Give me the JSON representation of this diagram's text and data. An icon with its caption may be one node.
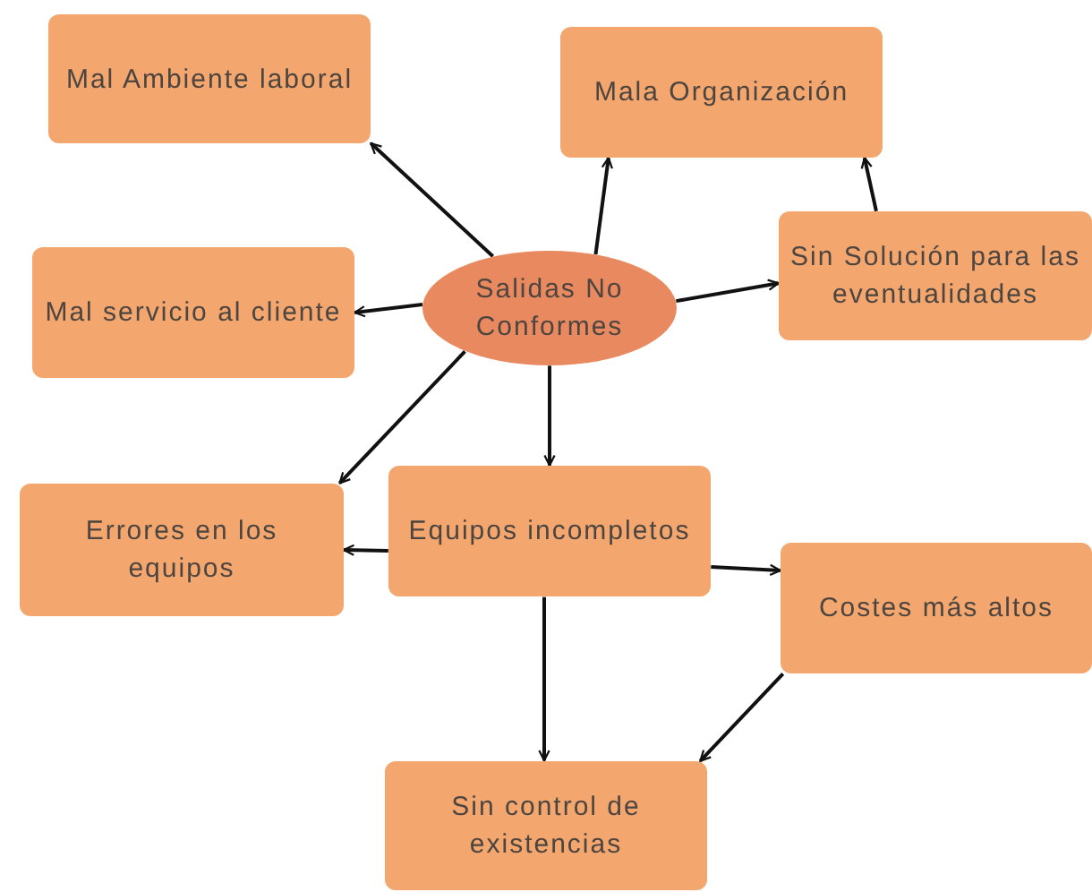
{
  "diagram": {
    "nodes": [
      {
        "text": [
          "Salidas No Conformes"
        ]
      },
      {
        "text": [
          "Mal Ambiente laboral"
        ]
      },
      {
        "text": [
          "Mala Organización"
        ]
      },
      {
        "text": [
          "Mal servicio al cliente"
        ]
      },
      {
        "text": [
          "Sin Solución para las eventualidades"
        ]
      },
      {
        "text": [
          "Errores en los equipos"
        ]
      },
      {
        "text": [
          "Equipos incompletos"
        ]
      },
      {
        "text": [
          "Costes más altos"
        ]
      },
      {
        "text": [
          "Sin control de existencias"
        ]
      }
    ],
    "edges": [
      {
        "from": 0,
        "to": 1,
        "arrow": "to"
      },
      {
        "from": 0,
        "to": 2,
        "arrow": "to"
      },
      {
        "from": 0,
        "to": 3,
        "arrow": "to"
      },
      {
        "from": 0,
        "to": 4,
        "arrow": "to"
      },
      {
        "from": 4,
        "to": 2,
        "arrow": "to"
      },
      {
        "from": 0,
        "to": 5,
        "arrow": "to"
      },
      {
        "from": 0,
        "to": 6,
        "arrow": "to"
      },
      {
        "from": 6,
        "to": 5,
        "arrow": "to"
      },
      {
        "from": 6,
        "to": 7,
        "arrow": "to"
      },
      {
        "from": 6,
        "to": 8,
        "arrow": "to"
      },
      {
        "from": 7,
        "to": 8,
        "arrow": "to"
      }
    ]
  }
}
